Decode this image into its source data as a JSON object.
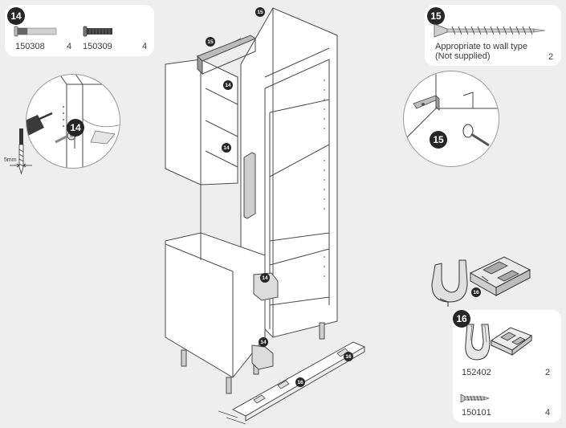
{
  "panel14": {
    "step": "14",
    "parts": [
      {
        "code": "150308",
        "qty": "4",
        "icon": "bolt-silver-icon"
      },
      {
        "code": "150309",
        "qty": "4",
        "icon": "bolt-dark-icon"
      }
    ]
  },
  "panel15": {
    "step": "15",
    "line1": "Appropriate to wall type",
    "line2": "(Not supplied)",
    "qty": "2"
  },
  "panel16": {
    "step": "16",
    "parts": [
      {
        "code": "152402",
        "qty": "2",
        "icon": "leg-clip-icon"
      },
      {
        "code": "150101",
        "qty": "4",
        "icon": "screw-icon"
      }
    ]
  },
  "detail14": {
    "step": "14",
    "drill_label": "5mm"
  },
  "detail15": {
    "step": "15"
  },
  "callouts": {
    "top_cabinet": "15",
    "bracket": "15",
    "wall_upper": "14",
    "wall_lower": "14",
    "base_handle": "14",
    "base_leg": "14",
    "plinth_right": "16",
    "plinth_mid": "16",
    "clip_detail": "16"
  },
  "colors": {
    "background": "#eeeeee",
    "panel": "#ffffff",
    "badge": "#262626",
    "line": "#4a4a4a"
  }
}
